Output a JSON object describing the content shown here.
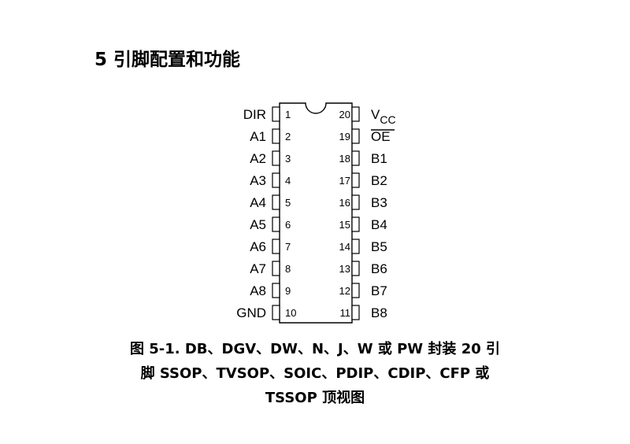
{
  "section": {
    "number": "5",
    "title": "引脚配置和功能"
  },
  "package": {
    "left_pins": [
      {
        "num": "1",
        "name": "DIR"
      },
      {
        "num": "2",
        "name": "A1"
      },
      {
        "num": "3",
        "name": "A2"
      },
      {
        "num": "4",
        "name": "A3"
      },
      {
        "num": "5",
        "name": "A4"
      },
      {
        "num": "6",
        "name": "A5"
      },
      {
        "num": "7",
        "name": "A6"
      },
      {
        "num": "8",
        "name": "A7"
      },
      {
        "num": "9",
        "name": "A8"
      },
      {
        "num": "10",
        "name": "GND"
      }
    ],
    "right_pins": [
      {
        "num": "20",
        "name": "V",
        "sub": "CC"
      },
      {
        "num": "19",
        "name": "OE",
        "overline": true
      },
      {
        "num": "18",
        "name": "B1"
      },
      {
        "num": "17",
        "name": "B2"
      },
      {
        "num": "16",
        "name": "B3"
      },
      {
        "num": "15",
        "name": "B4"
      },
      {
        "num": "14",
        "name": "B5"
      },
      {
        "num": "13",
        "name": "B6"
      },
      {
        "num": "12",
        "name": "B7"
      },
      {
        "num": "11",
        "name": "B8"
      }
    ]
  },
  "caption": {
    "line1": "图 5-1. DB、DGV、DW、N、J、W 或 PW 封装 20 引",
    "line2": "脚 SSOP、TVSOP、SOIC、PDIP、CDIP、CFP 或",
    "line3": "TSSOP 顶视图"
  }
}
